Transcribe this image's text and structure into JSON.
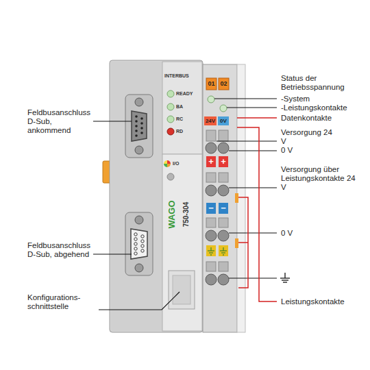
{
  "diagram": {
    "labels": [
      "Feldbusanschluss D-Sub, ankommend",
      "Feldbusanschluss D-Sub, abgehend",
      "Konfigurations- schnittstelle",
      "INTERBUS",
      "READY",
      "BA",
      "RC",
      "RD",
      "I/O",
      "WAGO",
      "750-304",
      "01",
      "02",
      "24V",
      "0V",
      "+",
      "+",
      "−",
      "−",
      "Status der Betriebsspannung",
      "-System",
      "-Leistungskontakte",
      "Datenkontakte",
      "Versorgung 24 V",
      "0 V",
      "Versorgung über Leistungskontakte 24 V",
      "0 V",
      "Leistungskontakte"
    ]
  }
}
